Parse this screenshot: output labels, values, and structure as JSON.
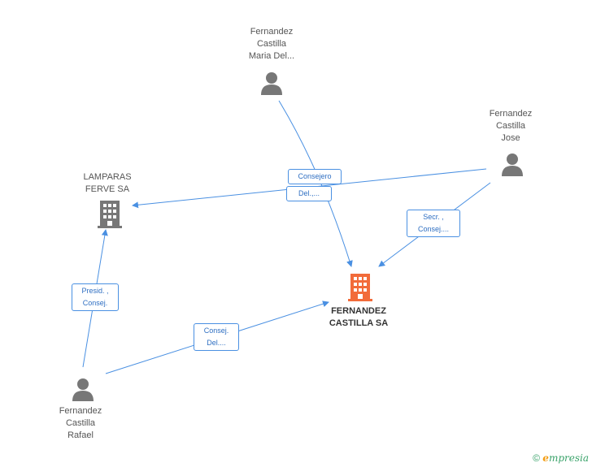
{
  "colors": {
    "edge": "#4a90e2",
    "person_icon": "#777777",
    "company_icon": "#777777",
    "main_company_icon": "#f26b3a"
  },
  "nodes": {
    "maria": {
      "label": "Fernandez\nCastilla\nMaria Del...",
      "icon": "person-icon"
    },
    "jose": {
      "label": "Fernandez\nCastilla\nJose",
      "icon": "person-icon"
    },
    "lamparas": {
      "label": "LAMPARAS\nFERVE SA",
      "icon": "building-icon"
    },
    "main": {
      "label": "FERNANDEZ\nCASTILLA SA",
      "icon": "building-icon"
    },
    "rafael": {
      "label": "Fernandez\nCastilla\nRafael",
      "icon": "person-icon"
    }
  },
  "edges": {
    "consejero": "Consejero",
    "del": "Del.,...",
    "secr": "Secr. ,\nConsej....",
    "presid": "Presid. ,\nConsej.",
    "consej_del": "Consej.\nDel...."
  },
  "footer": {
    "copyright": "©",
    "brand_e": "e",
    "brand_rest": "mpresia"
  }
}
